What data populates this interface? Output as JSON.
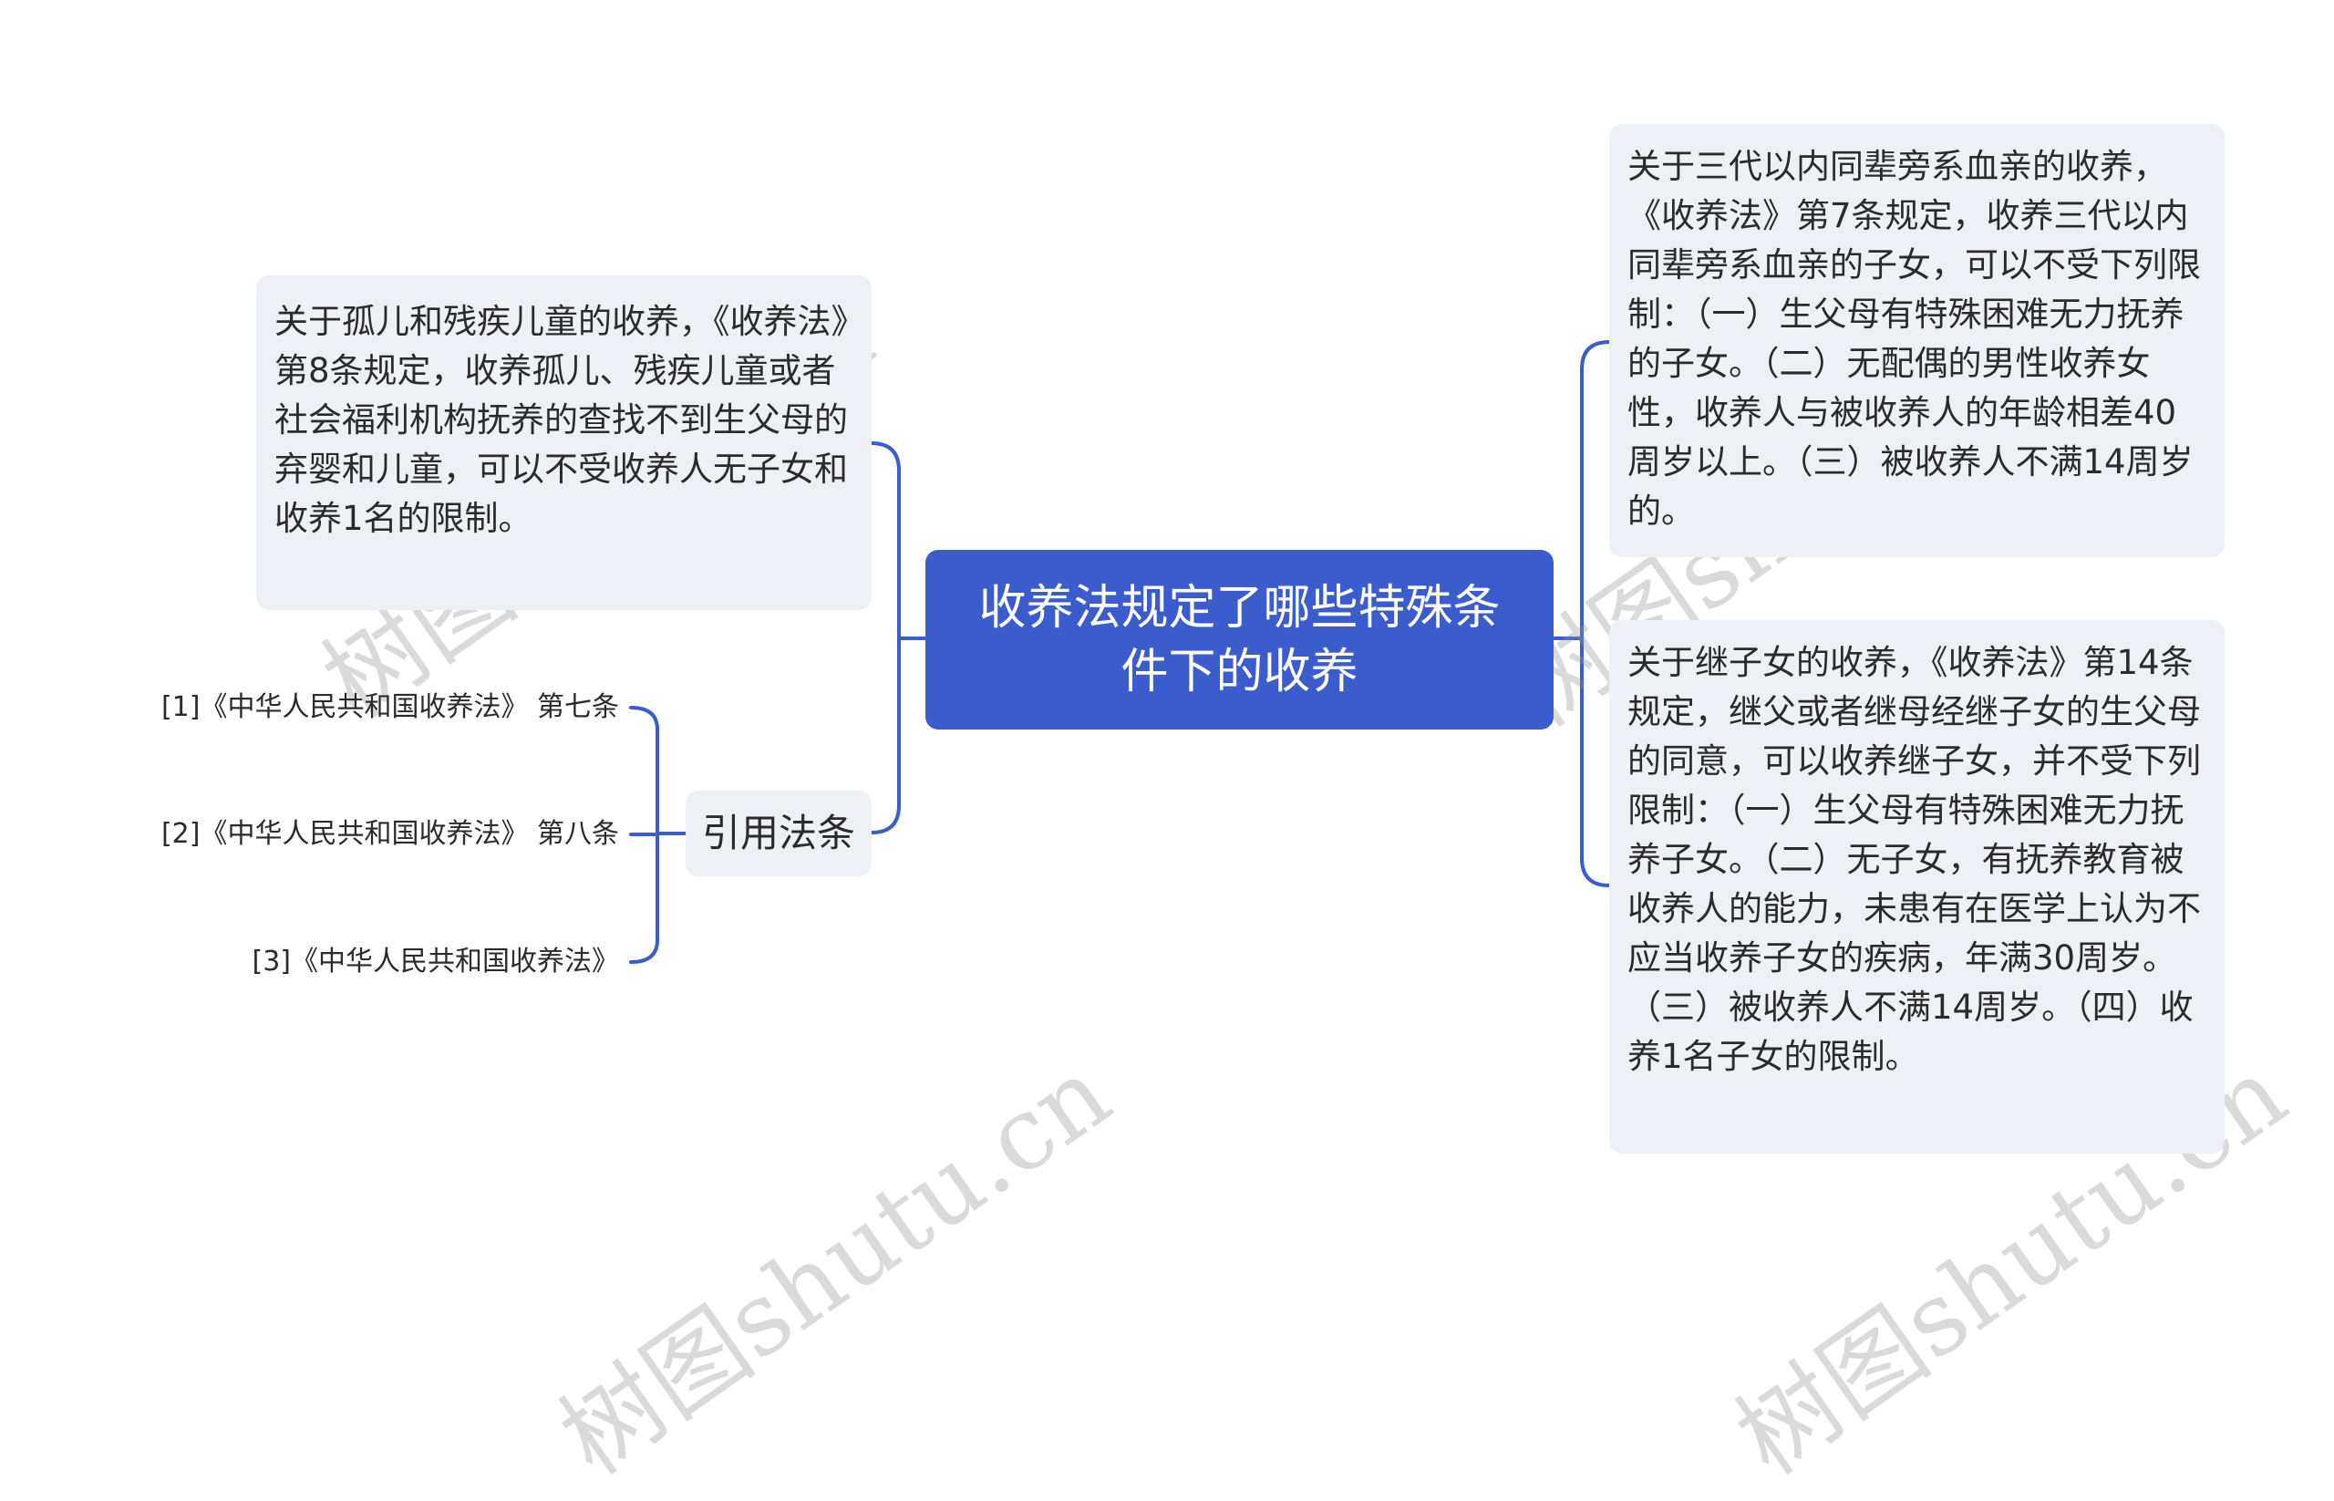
{
  "diagram": {
    "type": "mind-map",
    "root": {
      "label": "收养法规定了哪些特殊条件下的收养"
    },
    "left_nodes": [
      {
        "id": "orphans",
        "text": "关于孤儿和残疾儿童的收养，《收养法》第8条规定，收养孤儿、残疾儿童或者社会福利机构抚养的查找不到生父母的弃婴和儿童，可以不受收养人无子女和收养1名的限制。"
      },
      {
        "id": "cited-laws",
        "text": "引用法条",
        "children": [
          "[1]《中华人民共和国收养法》 第七条",
          "[2]《中华人民共和国收养法》 第八条",
          "[3]《中华人民共和国收养法》"
        ]
      }
    ],
    "right_nodes": [
      {
        "id": "collateral",
        "text": "关于三代以内同辈旁系血亲的收养，《收养法》第7条规定，收养三代以内同辈旁系血亲的子女，可以不受下列限制：（一）生父母有特殊困难无力抚养的子女。（二）无配偶的男性收养女性，收养人与被收养人的年龄相差40周岁以上。（三）被收养人不满14周岁的。"
      },
      {
        "id": "stepchildren",
        "text": "关于继子女的收养，《收养法》第14条规定，继父或者继母经继子女的生父母的同意，可以收养继子女，并不受下列限制：（一）生父母有特殊困难无力抚养子女。（二）无子女，有抚养教育被收养人的能力，未患有在医学上认为不应当收养子女的疾病，年满30周岁。（三）被收养人不满14周岁。（四）收养1名子女的限制。"
      }
    ],
    "watermark": "树图shutu.cn",
    "colors": {
      "root_bg": "#3b5ccc",
      "node_bg": "#edf0f4",
      "connector": "#3b5ccc",
      "text": "#2b2b2b"
    }
  }
}
